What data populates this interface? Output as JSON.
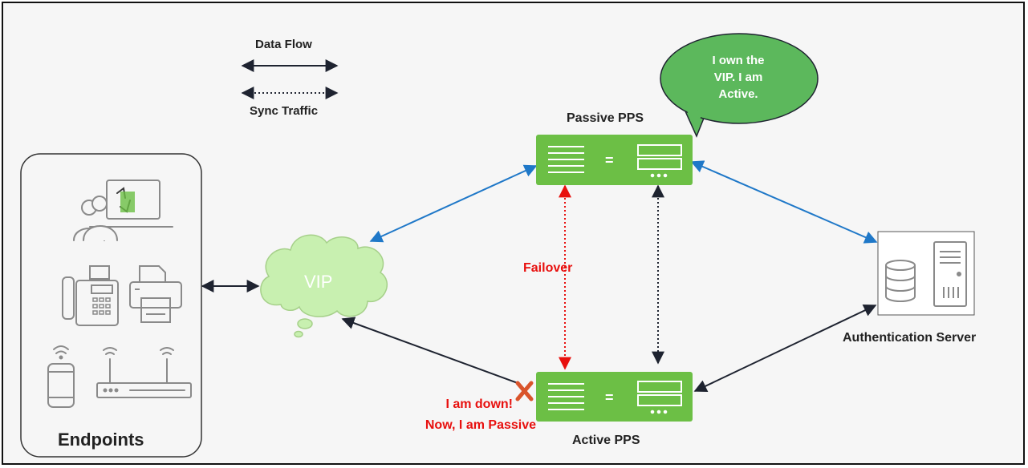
{
  "legend": {
    "data_flow_label": "Data Flow",
    "sync_traffic_label": "Sync Traffic"
  },
  "nodes": {
    "passive_pps_label": "Passive PPS",
    "active_pps_label": "Active PPS",
    "vip_label": "VIP",
    "auth_server_label": "Authentication Server",
    "endpoints_label": "Endpoints",
    "equals_symbol": "="
  },
  "annotations": {
    "speech_line1": "I own the",
    "speech_line2": "VIP. I am",
    "speech_line3": "Active.",
    "failover_label": "Failover",
    "down_line1": "I am down!",
    "down_line2": "Now, I am Passive"
  },
  "colors": {
    "pps_green": "#6cbf45",
    "bubble_green": "#5cb85c",
    "vip_cloud": "#c8f0b0",
    "blue_link": "#1f78c8",
    "failover_red": "#e8100e",
    "fail_x": "#d9542b",
    "dark_line": "#1e2330"
  },
  "icons": {
    "endpoints": [
      "user-laptop-icon",
      "phone-icon",
      "fax-icon",
      "printer-icon",
      "mobile-phone-icon",
      "router-icon"
    ],
    "server": [
      "database-icon",
      "server-tower-icon"
    ],
    "failure": "fail-x-icon"
  }
}
